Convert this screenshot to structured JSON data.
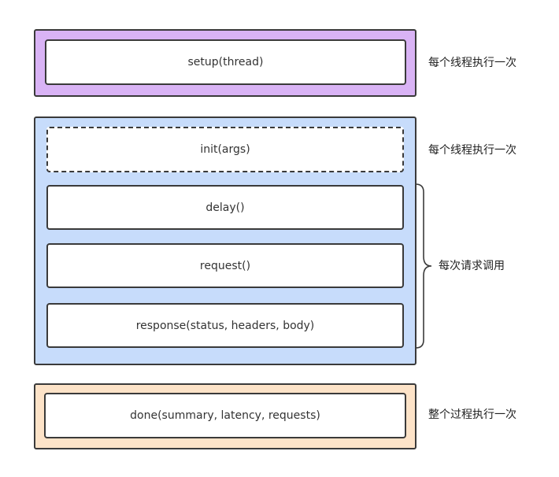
{
  "colors": {
    "setup_group_fill": "#d9b3f5",
    "request_group_fill": "#c7dcfb",
    "done_group_fill": "#fde3c8",
    "box_fill": "#ffffff",
    "stroke": "#3a3a3a"
  },
  "setup_group": {
    "box_label": "setup(thread)",
    "note": "每个线程执行一次"
  },
  "request_group": {
    "init_label": "init(args)",
    "init_note": "每个线程执行一次",
    "delay_label": "delay()",
    "request_label": "request()",
    "response_label": "response(status, headers, body)",
    "per_request_note": "每次请求调用"
  },
  "done_group": {
    "box_label": "done(summary, latency, requests)",
    "note": "整个过程执行一次"
  }
}
